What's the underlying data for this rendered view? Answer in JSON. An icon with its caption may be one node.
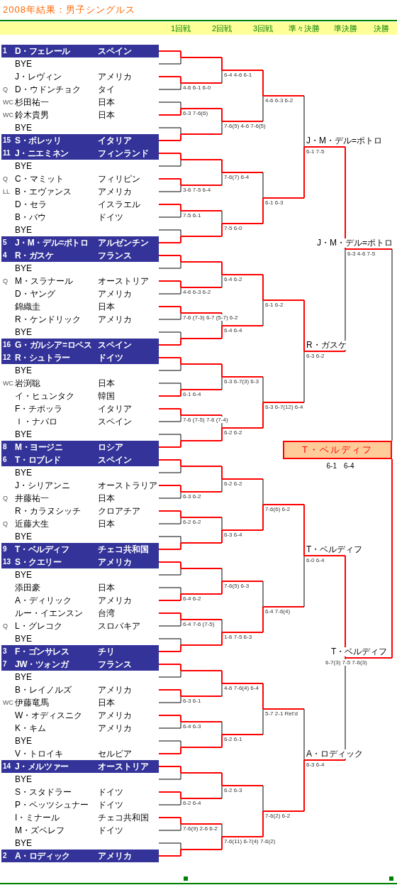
{
  "diagram": {
    "title": "2008年結果：男子シングルス",
    "nodes": [
      {
        "text": [
          "1",
          "D・フェレール",
          "スペイン"
        ]
      },
      {
        "text": [
          "BYE"
        ]
      },
      {
        "text": [
          "J・レヴィン",
          "アメリカ"
        ]
      },
      {
        "text": [
          "Q",
          "D・ウドンチョク",
          "タイ"
        ]
      },
      {
        "text": [
          "WC",
          "杉田祐一",
          "日本"
        ]
      },
      {
        "text": [
          "WC",
          "鈴木貴男",
          "日本"
        ]
      },
      {
        "text": [
          "BYE"
        ]
      },
      {
        "text": [
          "15",
          "S・ボレッリ",
          "イタリア"
        ]
      },
      {
        "text": [
          "11",
          "J・ニエミネン",
          "フィンランド"
        ]
      },
      {
        "text": [
          "BYE"
        ]
      },
      {
        "text": [
          "Q",
          "C・マミット",
          "フィリピン"
        ]
      },
      {
        "text": [
          "LL",
          "B・エヴァンス",
          "アメリカ"
        ]
      },
      {
        "text": [
          "D・セラ",
          "イスラエル"
        ]
      },
      {
        "text": [
          "B・バウ",
          "ドイツ"
        ]
      },
      {
        "text": [
          "BYE"
        ]
      },
      {
        "text": [
          "5",
          "J・M・デル=ポトロ",
          "アルゼンチン"
        ]
      },
      {
        "text": [
          "4",
          "R・ガスケ",
          "フランス"
        ]
      },
      {
        "text": [
          "BYE"
        ]
      },
      {
        "text": [
          "Q",
          "M・スラナール",
          "オーストリア"
        ]
      },
      {
        "text": [
          "D・ヤング",
          "アメリカ"
        ]
      },
      {
        "text": [
          "錦織圭",
          "日本"
        ]
      },
      {
        "text": [
          "R・ケンドリック",
          "アメリカ"
        ]
      },
      {
        "text": [
          "BYE"
        ]
      },
      {
        "text": [
          "16",
          "G・ガルシア=ロペス",
          "スペイン"
        ]
      },
      {
        "text": [
          "12",
          "R・シュトラー",
          "ドイツ"
        ]
      },
      {
        "text": [
          "BYE"
        ]
      },
      {
        "text": [
          "WC",
          "岩渕聡",
          "日本"
        ]
      },
      {
        "text": [
          "イ・ヒュンタク",
          "韓国"
        ]
      },
      {
        "text": [
          "F・チポッラ",
          "イタリア"
        ]
      },
      {
        "text": [
          "Ｉ・ナバロ",
          "スペイン"
        ]
      },
      {
        "text": [
          "BYE"
        ]
      },
      {
        "text": [
          "8",
          "M・ヨージニ",
          "ロシア"
        ]
      },
      {
        "text": [
          "6",
          "T・ロブレド",
          "スペイン"
        ]
      },
      {
        "text": [
          "BYE"
        ]
      },
      {
        "text": [
          "J・シリアンニ",
          "オーストラリア"
        ]
      },
      {
        "text": [
          "Q",
          "井藤祐一",
          "日本"
        ]
      },
      {
        "text": [
          "R・カラヌシッチ",
          "クロアチア"
        ]
      },
      {
        "text": [
          "Q",
          "近藤大生",
          "日本"
        ]
      },
      {
        "text": [
          "BYE"
        ]
      },
      {
        "text": [
          "9",
          "T・ベルディフ",
          "チェコ共和国"
        ]
      },
      {
        "text": [
          "13",
          "S・クエリー",
          "アメリカ"
        ]
      },
      {
        "text": [
          "BYE"
        ]
      },
      {
        "text": [
          "添田豪",
          "日本"
        ]
      },
      {
        "text": [
          "A・ディリック",
          "アメリカ"
        ]
      },
      {
        "text": [
          "ルー・イエンスン",
          "台湾"
        ]
      },
      {
        "text": [
          "Q",
          "L・グレコク",
          "スロバキア"
        ]
      },
      {
        "text": [
          "BYE"
        ]
      },
      {
        "text": [
          "3",
          "F・ゴンサレス",
          "チリ"
        ]
      },
      {
        "text": [
          "7",
          "JW・ツォンガ",
          "フランス"
        ]
      },
      {
        "text": [
          "BYE"
        ]
      },
      {
        "text": [
          "B・レイノルズ",
          "アメリカ"
        ]
      },
      {
        "text": [
          "WC",
          "伊藤竜馬",
          "日本"
        ]
      },
      {
        "text": [
          "W・オディスニク",
          "アメリカ"
        ]
      },
      {
        "text": [
          "K・キム",
          "アメリカ"
        ]
      },
      {
        "text": [
          "BYE"
        ]
      },
      {
        "text": [
          "V・トロイキ",
          "セルビア"
        ]
      },
      {
        "text": [
          "14",
          "J・メルツァー",
          "オーストリア"
        ]
      },
      {
        "text": [
          "BYE"
        ]
      },
      {
        "text": [
          "S・スタドラー",
          "ドイツ"
        ]
      },
      {
        "text": [
          "P・ペッツシュナー",
          "ドイツ"
        ]
      },
      {
        "text": [
          "I・ミナール",
          "チェコ共和国"
        ]
      },
      {
        "text": [
          "M・ズベレフ",
          "ドイツ"
        ]
      },
      {
        "text": [
          "BYE"
        ]
      },
      {
        "text": [
          "2",
          "A・ロディック",
          "アメリカ"
        ]
      },
      {
        "text": [
          "T・ベルディフ"
        ],
        "beside": [
          "6-1　6-4"
        ]
      }
    ],
    "labels": [
      "1回戦",
      "2回戦",
      "3回戦",
      "準々決勝",
      "準決勝",
      "決勝",
      "4-6 6-1 6-0",
      "6-3 7-6(6)",
      "3-6 7-5 6-4",
      "7-5 6-1",
      "4-6 6-3 6-2",
      "7-6 (7-3) 6-7 (5-7) 6-2",
      "6-1 6-4",
      "7-6 (7-5) 7-6 (7-4)",
      "6-3 6-2",
      "6-2 6-2",
      "6-4 6-2",
      "6-4 7-6 (7-5)",
      "6-3 6-1",
      "6-4 6-3",
      "6-2 6-4",
      "7-6(9) 2-6 6-2",
      "6-4 4-6 6-1",
      "7-6(5) 4-6 7-6(5)",
      "7-6(7) 6-4",
      "7-5 6-0",
      "6-4 6-2",
      "6-4 6-4",
      "6-3 6-7(3) 6-3",
      "6-2 6-2",
      "6-2 6-2",
      "6-3 6-4",
      "7-6(5) 6-3",
      "1-6 7-5 6-3",
      "4-6 7-6(4) 6-4",
      "6-2 6-1",
      "6-2 6-3",
      "7-6(11) 6-7(4) 7-6(2)",
      "4-6 6-3 6-2",
      "6-1 6-3",
      "6-1 6-2",
      "6-3 6-7(12) 6-4",
      "7-6(6) 6-2",
      "6-4 7-6(4)",
      "5-7 2-1 Ret'd",
      "7-6(2) 6-2",
      "J・M・デル=ポトロ",
      "6-1 7-5",
      "R・ガスケ",
      "6-3 6-2",
      "T・ベルディフ",
      "6-0 6-4",
      "A・ロディック",
      "6-3 6-4",
      "J・M・デル=ポトロ",
      "6-3 4-6 7-5",
      "T・ベルディフ",
      "6-7(3) 7-5 7-6(3)"
    ]
  }
}
